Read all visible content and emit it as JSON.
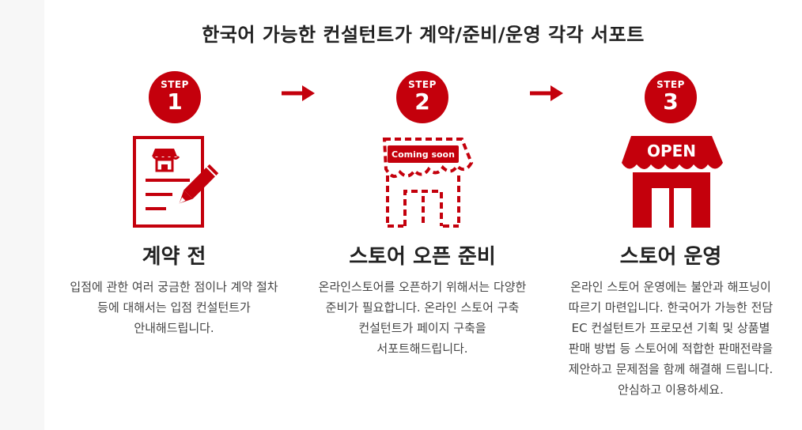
{
  "title": "한국어 가능한 컨설턴트가 계약/준비/운영 각각 서포트",
  "colors": {
    "accent": "#c4000c",
    "text": "#222222",
    "body_text": "#444444"
  },
  "steps": [
    {
      "badge_word": "STEP",
      "badge_num": "1",
      "icon": "contract-document-icon",
      "heading": "계약 전",
      "description": "입점에 관한 여러 궁금한 점이나 계약 절차 등에 대해서는 입점 컨설턴트가 안내해드립니다."
    },
    {
      "badge_word": "STEP",
      "badge_num": "2",
      "icon": "store-coming-soon-icon",
      "icon_label": "Coming soon",
      "heading": "스토어 오픈 준비",
      "description": "온라인스토어를 오픈하기 위해서는 다양한 준비가 필요합니다. 온라인 스토어 구축 컨설턴트가 페이지 구축을 서포트해드립니다."
    },
    {
      "badge_word": "STEP",
      "badge_num": "3",
      "icon": "store-open-icon",
      "icon_label": "OPEN",
      "heading": "스토어 운영",
      "description": "온라인 스토어 운영에는 불안과 해프닝이 따르기 마련입니다. 한국어가 가능한 전담 EC 컨설턴트가 프로모션 기획 및 상품별 판매 방법 등 스토어에 적합한 판매전략을 제안하고 문제점을 함께 해결해 드립니다. 안심하고 이용하세요."
    }
  ],
  "arrows": [
    "arrow-right-icon",
    "arrow-right-icon"
  ]
}
